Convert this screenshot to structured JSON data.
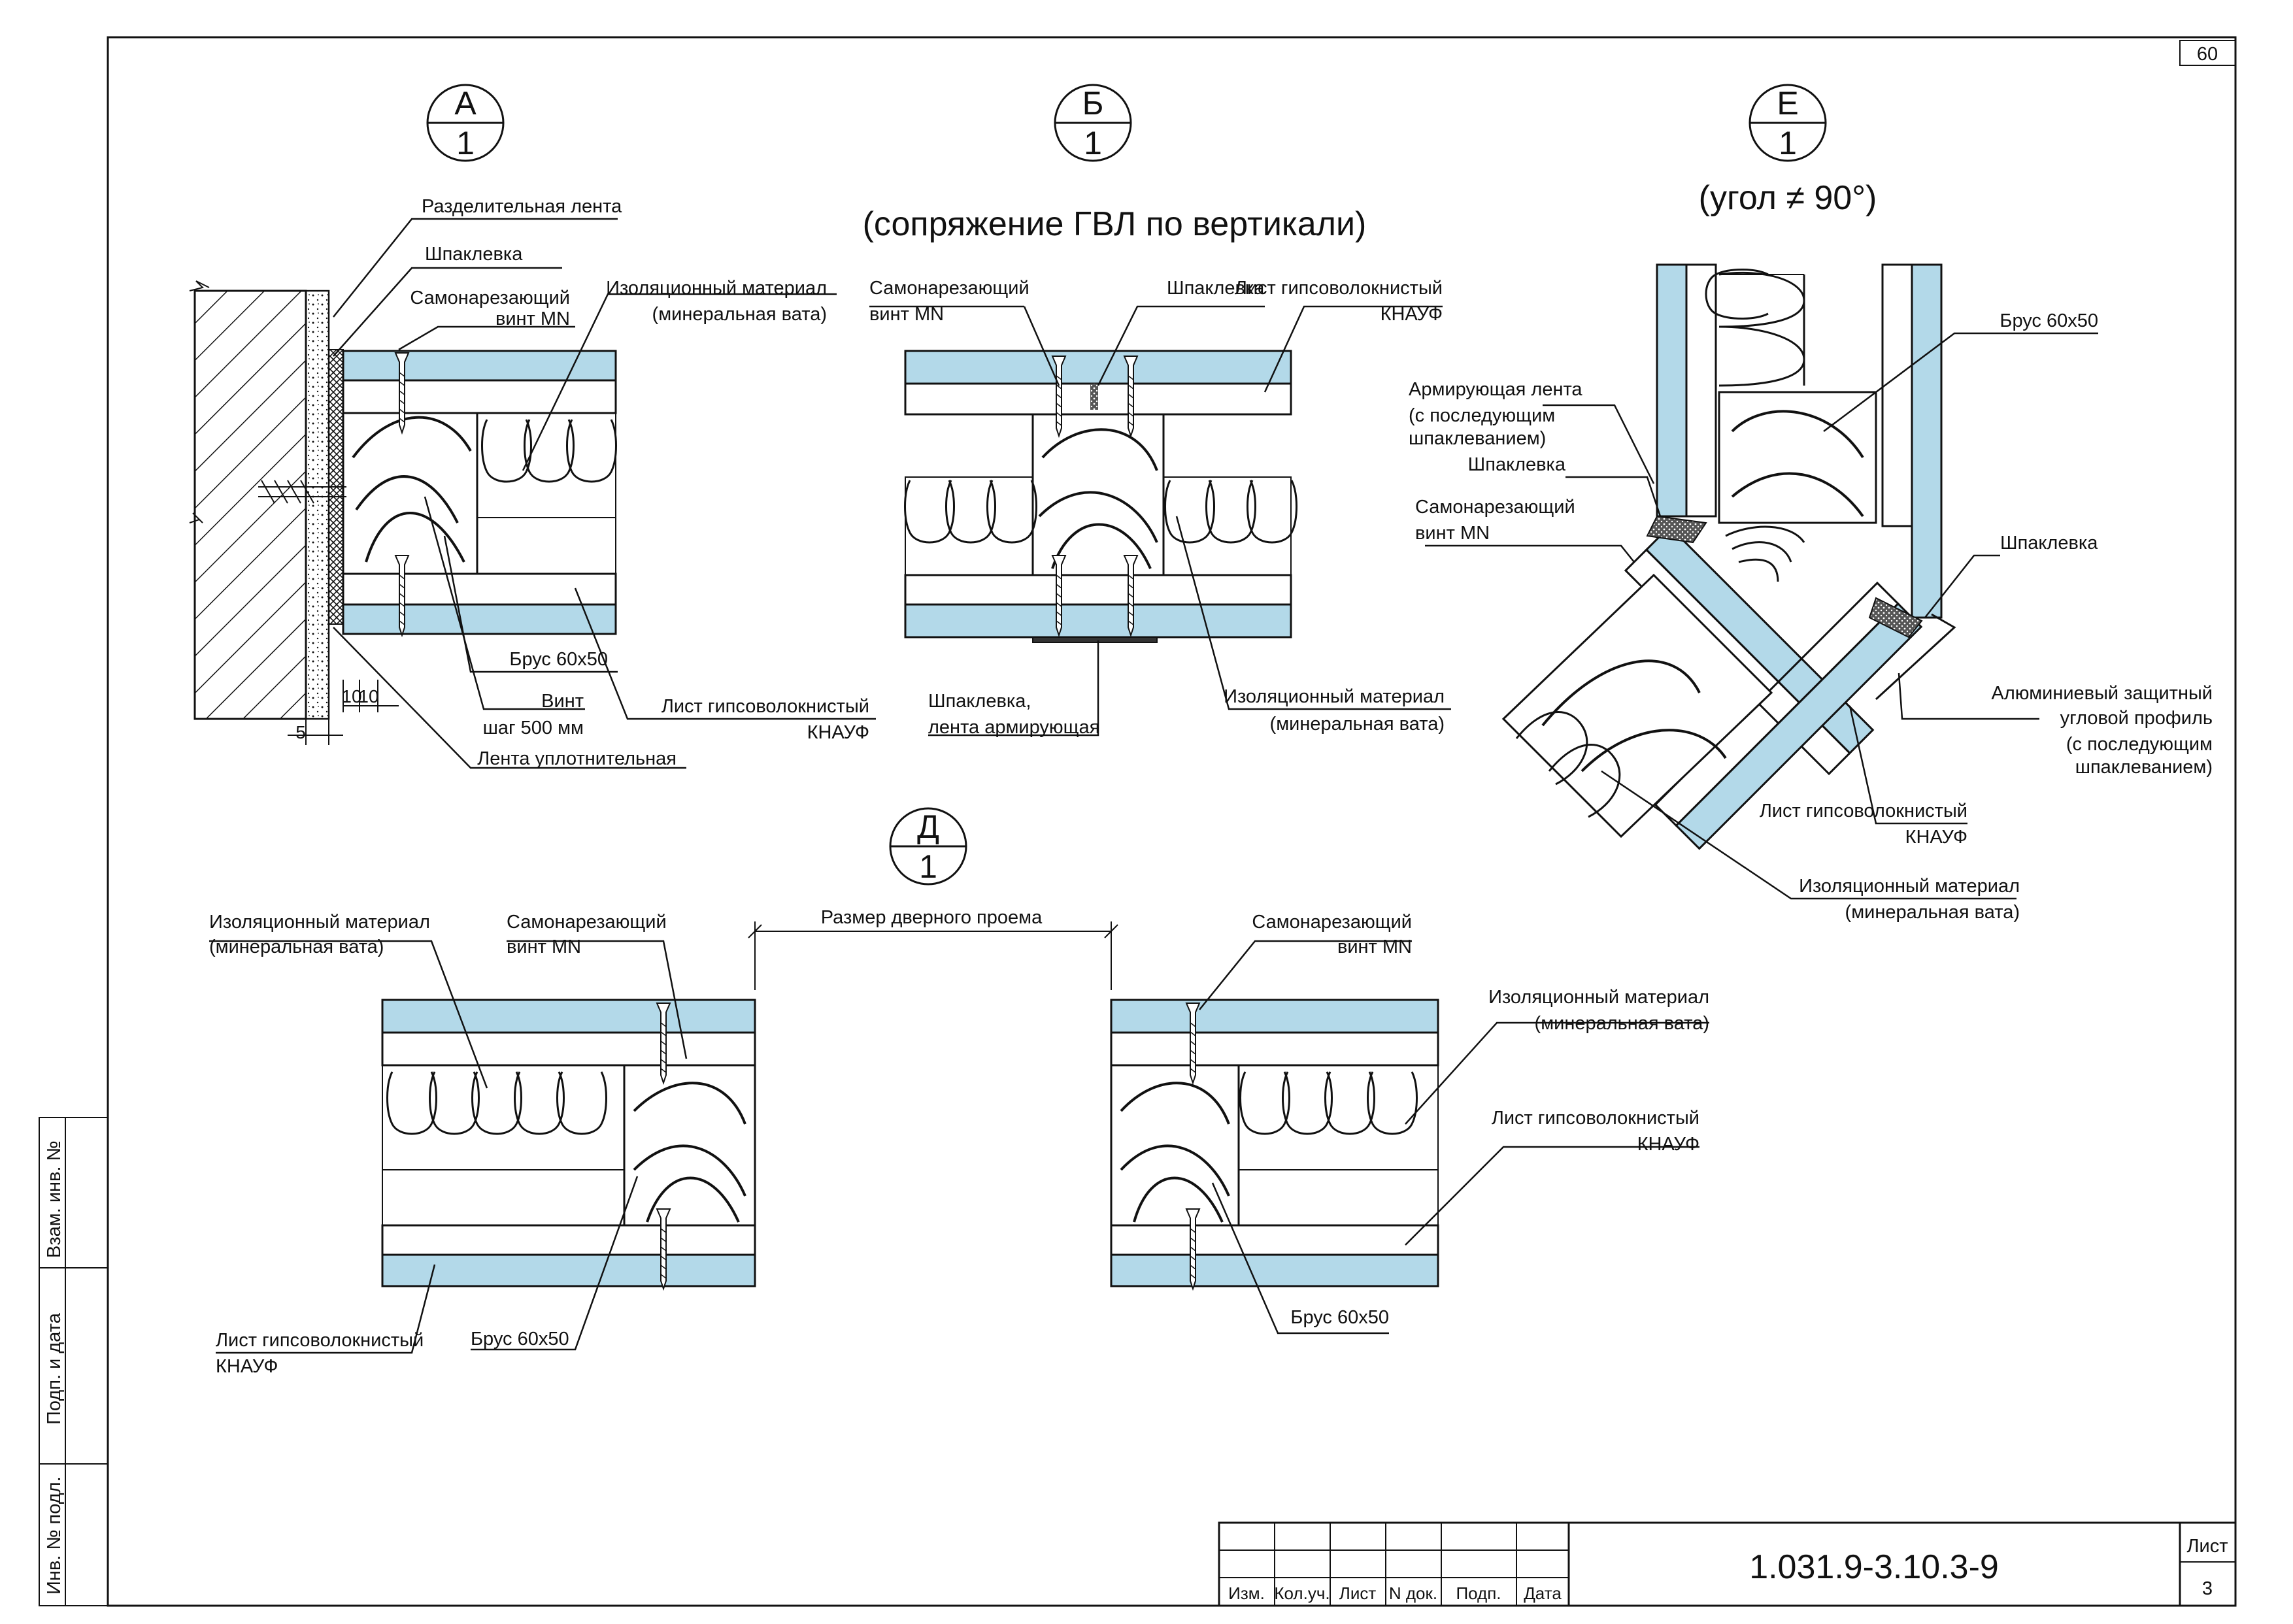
{
  "sheet": {
    "corner_number": "60",
    "title_block": {
      "code": "1.031.9-3.10.3-9",
      "sheet_label": "Лист",
      "sheet_number": "3",
      "columns": [
        "Изм.",
        "Кол.уч.",
        "Лист",
        "N док.",
        "Подп.",
        "Дата"
      ]
    },
    "side_stamp": [
      "Взам. инв. №",
      "Подп. и дата",
      "Инв. № подл."
    ]
  },
  "details": {
    "A": {
      "mark_top": "А",
      "mark_bottom": "1",
      "labels": {
        "separating_tape": "Разделительная лента",
        "putty": "Шпаклевка",
        "screw_1": "Самонарезающий",
        "screw_2": "винт MN",
        "insulation_1": "Изоляционный материал",
        "insulation_2": "(минеральная вата)",
        "beam": "Брус 60х50",
        "bolt_1": "Винт",
        "bolt_2": "шаг 500 мм",
        "sealing_tape": "Лента уплотнительная",
        "gvl_1": "Лист гипсоволокнистый",
        "gvl_2": "КНАУФ"
      },
      "dims": [
        "10",
        "10",
        "5"
      ]
    },
    "B": {
      "mark_top": "Б",
      "mark_bottom": "1",
      "caption": "(сопряжение ГВЛ по вертикали)",
      "labels": {
        "screw_1": "Самонарезающий",
        "screw_2": "винт MN",
        "putty": "Шпаклевка",
        "gvl_1": "Лист гипсоволокнистый",
        "gvl_2": "КНАУФ",
        "putty_tape_1": "Шпаклевка,",
        "putty_tape_2": "лента армирующая",
        "insulation_1": "Изоляционный материал",
        "insulation_2": "(минеральная вата)"
      }
    },
    "E": {
      "mark_top": "Е",
      "mark_bottom": "1",
      "caption": "(угол ≠ 90°)",
      "labels": {
        "beam": "Брус 60х50",
        "reinf_tape_1": "Армирующая лента",
        "reinf_tape_2": "(с последующим",
        "reinf_tape_3": "шпаклеванием)",
        "putty_left": "Шпаклевка",
        "screw_1": "Самонарезающий",
        "screw_2": "винт MN",
        "putty_right": "Шпаклевка",
        "profile_1": "Алюминиевый защитный",
        "profile_2": "угловой профиль",
        "profile_3": "(с последующим",
        "profile_4": "шпаклеванием)",
        "gvl_1": "Лист гипсоволокнистый",
        "gvl_2": "КНАУФ",
        "insulation_1": "Изоляционный материал",
        "insulation_2": "(минеральная вата)"
      }
    },
    "D": {
      "mark_top": "Д",
      "mark_bottom": "1",
      "labels": {
        "door_opening": "Размер дверного проема",
        "left_insulation_1": "Изоляционный материал",
        "left_insulation_2": "(минеральная вата)",
        "left_screw_1": "Самонарезающий",
        "left_screw_2": "винт MN",
        "left_gvl_1": "Лист гипсоволокнистый",
        "left_gvl_2": "КНАУФ",
        "left_beam": "Брус 60х50",
        "right_screw_1": "Самонарезающий",
        "right_screw_2": "винт MN",
        "right_insulation_1": "Изоляционный материал",
        "right_insulation_2": "(минеральная вата)",
        "right_gvl_1": "Лист гипсоволокнистый",
        "right_gvl_2": "КНАУФ",
        "right_beam": "Брус 60х50"
      }
    }
  },
  "colors": {
    "gvl_board": "#b3d9e9",
    "line": "#111111",
    "paper": "#ffffff"
  }
}
